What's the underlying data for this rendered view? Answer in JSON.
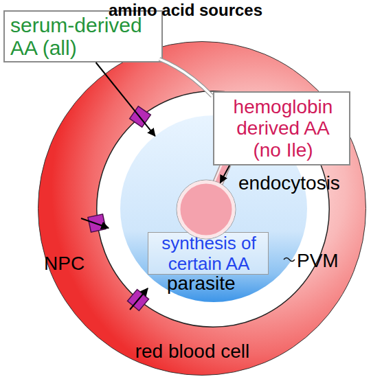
{
  "diagram": {
    "title": "amino acid sources",
    "nodes": [
      {
        "text": [
          "red blood cell"
        ]
      },
      {
        "text": [
          "PVM"
        ],
        "in": 0
      },
      {
        "text": [
          "parasite"
        ],
        "in": 1
      },
      {
        "text": [
          "synthesis of certain AA"
        ],
        "in": 2
      },
      {
        "text": [
          "serum-derived AA (all)"
        ]
      },
      {
        "text": [
          "hemoglobin derived AA (no Ile)"
        ]
      },
      {
        "text": [
          "endocytosis"
        ],
        "in": 2
      }
    ],
    "edges": [
      {
        "from": 4,
        "to": 2,
        "arrow": "to"
      },
      {
        "from": 5,
        "to": 6,
        "arrow": "to"
      }
    ],
    "labels": [
      "NPC"
    ]
  }
}
